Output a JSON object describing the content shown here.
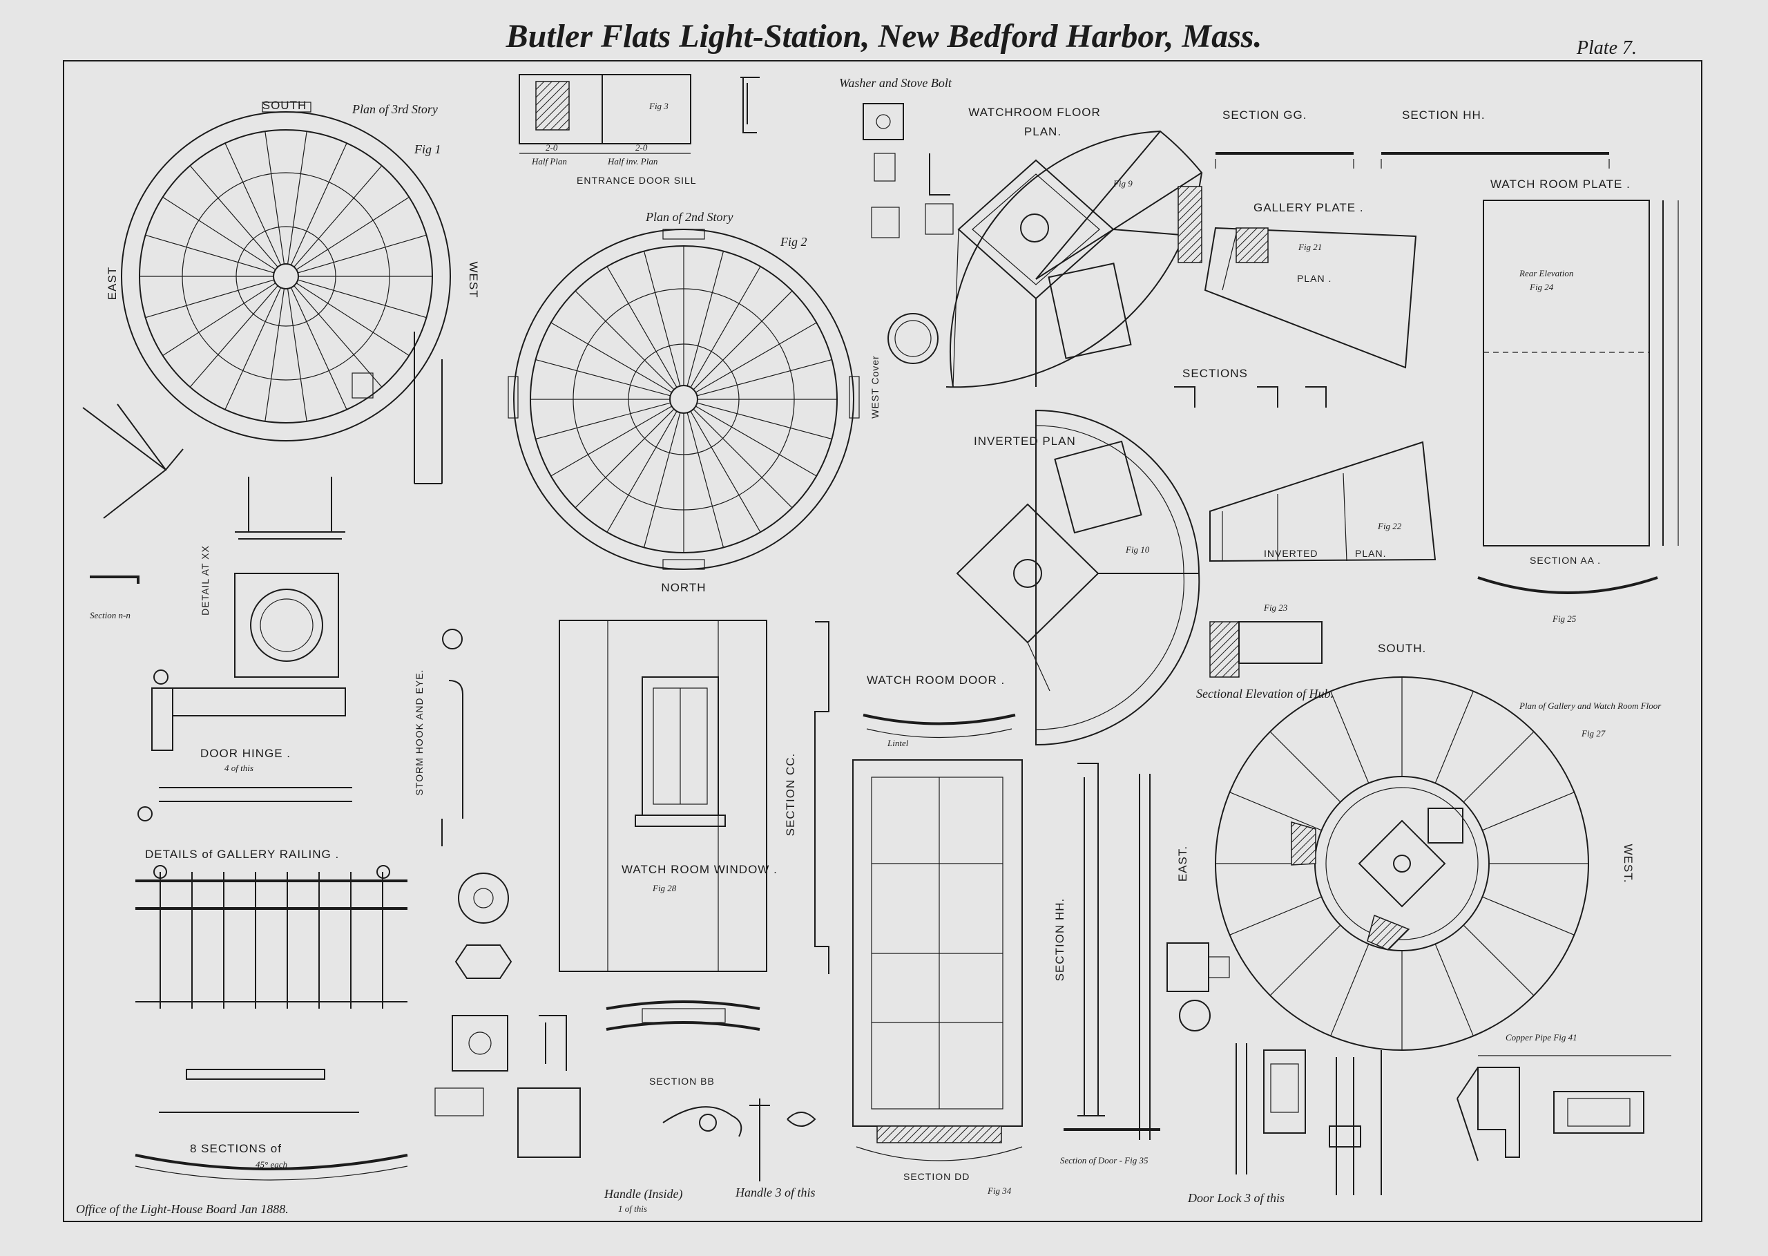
{
  "header": {
    "title": "Butler Flats Light-Station, New Bedford Harbor, Mass.",
    "plate": "Plate 7."
  },
  "footer": {
    "office": "Office of the Light-House Board Jan 1888."
  },
  "plan3": {
    "caption": "Plan of 3rd Story",
    "south": "SOUTH",
    "east": "EAST",
    "west": "WEST",
    "fig": "Fig 1"
  },
  "entrance": {
    "title": "ENTRANCE DOOR SILL",
    "half_plan": "Half Plan",
    "half_inv": "Half inv. Plan",
    "fig": "Fig 3",
    "dim": "2-0"
  },
  "plan2": {
    "caption": "Plan of 2nd Story",
    "fig": "Fig 2",
    "north": "NORTH"
  },
  "washer": {
    "caption": "Washer and Stove Bolt"
  },
  "watchroom_floor": {
    "title": "WATCHROOM FLOOR",
    "plan": "PLAN.",
    "fig": "Fig 9"
  },
  "sections_gg_hh": {
    "gg": "SECTION GG.",
    "hh": "SECTION HH."
  },
  "gallery_plate": {
    "title": "GALLERY PLATE .",
    "plan": "PLAN .",
    "fig": "Fig 21"
  },
  "watchroom_plate": {
    "title": "WATCH ROOM PLATE .",
    "rear": "Rear Elevation",
    "fig": "Fig 24",
    "section": "SECTION AA .",
    "fig25": "Fig 25"
  },
  "sections_label": "SECTIONS",
  "west_cover": "WEST Cover",
  "inverted_plan": {
    "title": "INVERTED PLAN",
    "fig": "Fig 10"
  },
  "inverted_gallery": {
    "inverted": "INVERTED",
    "plan": "PLAN.",
    "fig": "Fig 22"
  },
  "detail_xx": "DETAIL AT XX",
  "section_nn": "Section n-n",
  "door_hinge": {
    "title": "DOOR HINGE .",
    "sub": "4 of this"
  },
  "storm_hook": "STORM HOOK AND EYE.",
  "watchroom_window": {
    "title": "WATCH ROOM WINDOW .",
    "fig": "Fig 28",
    "section_cc": "SECTION CC.",
    "section_bb": "SECTION BB"
  },
  "watchroom_door": {
    "title": "WATCH ROOM DOOR .",
    "lintel": "Lintel",
    "section_hh": "SECTION HH.",
    "section_dd": "SECTION DD",
    "fig34": "Fig 34"
  },
  "hub": {
    "caption": "Sectional Elevation of Hub.",
    "fig": "Fig 23"
  },
  "gallery_floor": {
    "south": "SOUTH.",
    "east": "EAST.",
    "west": "WEST.",
    "caption": "Plan of Gallery and Watch Room Floor",
    "fig": "Fig 27"
  },
  "railing": {
    "title": "DETAILS of GALLERY RAILING .",
    "sections": "8 SECTIONS of",
    "sections_sub": "45° each"
  },
  "handle_inside": {
    "caption": "Handle (Inside)",
    "sub": "1 of this"
  },
  "handle3": "Handle 3 of this",
  "door_lock": "Door Lock 3 of this",
  "copper_pipe": "Copper Pipe Fig 41",
  "section_door": "Section of Door - Fig 35"
}
